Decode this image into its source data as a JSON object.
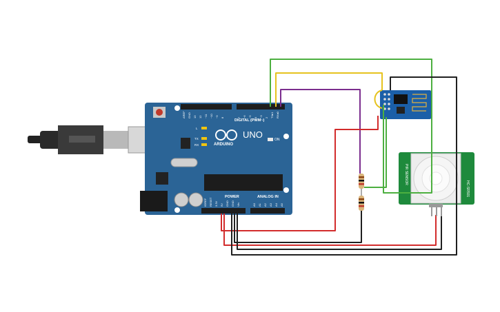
{
  "board": {
    "brand": "ARDUINO",
    "model": "UNO",
    "digital_header": "DIGITAL (PWM~)",
    "power_header": "POWER",
    "analog_header": "ANALOG IN",
    "on_label": "ON",
    "led_labels": [
      "L",
      "TX",
      "RX"
    ],
    "digital_pins": [
      "AREF",
      "GND",
      "13",
      "12",
      "~11",
      "~10",
      "~9",
      "8",
      "7",
      "~6",
      "~5",
      "4",
      "~3",
      "2",
      "TX▸1",
      "RX◂0"
    ],
    "power_pins": [
      "IOREF",
      "RESET",
      "3.3V",
      "5V",
      "GND",
      "GND",
      "Vin"
    ],
    "analog_pins": [
      "A0",
      "A1",
      "A2",
      "A3",
      "A4",
      "A5"
    ]
  },
  "pir": {
    "label_right": "HC-SR501",
    "label_left": "PIR SENSOR"
  },
  "colors": {
    "board": "#2b6496",
    "wire_red": "#d22b2b",
    "wire_black": "#1f1f1f",
    "wire_green": "#4caf3f",
    "wire_yellow": "#e6c21e",
    "wire_purple": "#7b2d8e",
    "pir_board": "#1e8a3c"
  }
}
